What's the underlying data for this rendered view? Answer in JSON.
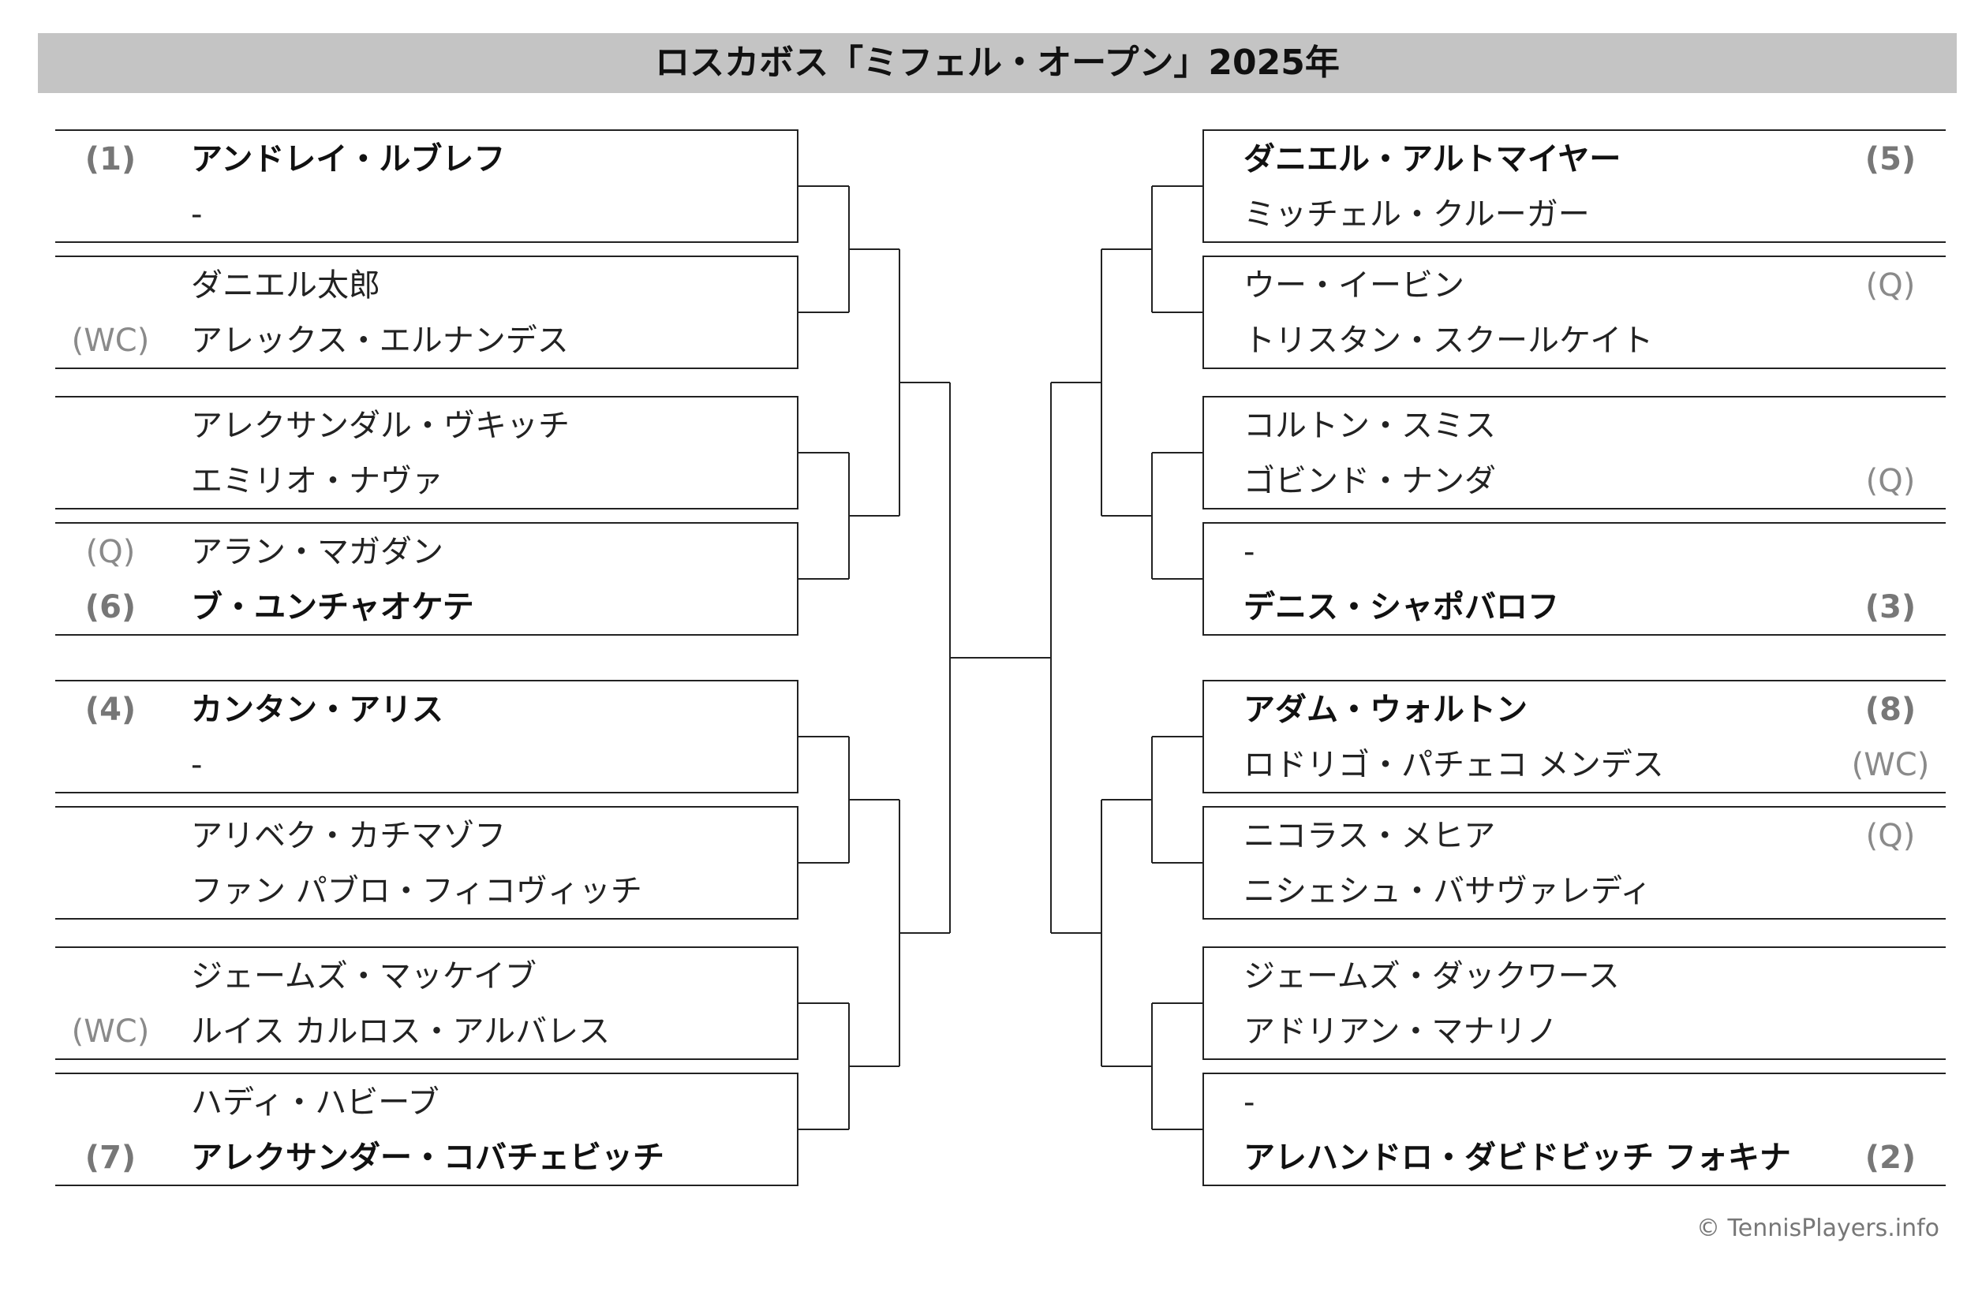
{
  "title": "ロスカボス「ミフェル・オープン」2025年",
  "copyright": "© TennisPlayers.info",
  "left": [
    {
      "top": {
        "seed": "(1)",
        "name": "アンドレイ・ルブレフ",
        "bold": true
      },
      "bot": {
        "seed": "",
        "name": "-",
        "bold": false
      }
    },
    {
      "top": {
        "seed": "",
        "name": "ダニエル太郎",
        "bold": false
      },
      "bot": {
        "seed": "(WC)",
        "name": "アレックス・エルナンデス",
        "bold": false
      }
    },
    {
      "top": {
        "seed": "",
        "name": "アレクサンダル・ヴキッチ",
        "bold": false
      },
      "bot": {
        "seed": "",
        "name": "エミリオ・ナヴァ",
        "bold": false
      }
    },
    {
      "top": {
        "seed": "(Q)",
        "name": "アラン・マガダン",
        "bold": false
      },
      "bot": {
        "seed": "(6)",
        "name": "ブ・ユンチャオケテ",
        "bold": true
      }
    },
    {
      "top": {
        "seed": "(4)",
        "name": "カンタン・アリス",
        "bold": true
      },
      "bot": {
        "seed": "",
        "name": "-",
        "bold": false
      }
    },
    {
      "top": {
        "seed": "",
        "name": "アリベク・カチマゾフ",
        "bold": false
      },
      "bot": {
        "seed": "",
        "name": "ファン パブロ・フィコヴィッチ",
        "bold": false
      }
    },
    {
      "top": {
        "seed": "",
        "name": "ジェームズ・マッケイブ",
        "bold": false
      },
      "bot": {
        "seed": "(WC)",
        "name": "ルイス カルロス・アルバレス",
        "bold": false
      }
    },
    {
      "top": {
        "seed": "",
        "name": "ハディ・ハビーブ",
        "bold": false
      },
      "bot": {
        "seed": "(7)",
        "name": "アレクサンダー・コバチェビッチ",
        "bold": true
      }
    }
  ],
  "right": [
    {
      "top": {
        "seed": "(5)",
        "name": "ダニエル・アルトマイヤー",
        "bold": true
      },
      "bot": {
        "seed": "",
        "name": "ミッチェル・クルーガー",
        "bold": false
      }
    },
    {
      "top": {
        "seed": "(Q)",
        "name": "ウー・イービン",
        "bold": false
      },
      "bot": {
        "seed": "",
        "name": "トリスタン・スクールケイト",
        "bold": false
      }
    },
    {
      "top": {
        "seed": "",
        "name": "コルトン・スミス",
        "bold": false
      },
      "bot": {
        "seed": "(Q)",
        "name": "ゴビンド・ナンダ",
        "bold": false
      }
    },
    {
      "top": {
        "seed": "",
        "name": "-",
        "bold": false
      },
      "bot": {
        "seed": "(3)",
        "name": "デニス・シャポバロフ",
        "bold": true
      }
    },
    {
      "top": {
        "seed": "(8)",
        "name": "アダム・ウォルトン",
        "bold": true
      },
      "bot": {
        "seed": "(WC)",
        "name": "ロドリゴ・パチェコ メンデス",
        "bold": false
      }
    },
    {
      "top": {
        "seed": "(Q)",
        "name": "ニコラス・メヒア",
        "bold": false
      },
      "bot": {
        "seed": "",
        "name": "ニシェシュ・バサヴァレディ",
        "bold": false
      }
    },
    {
      "top": {
        "seed": "",
        "name": "ジェームズ・ダックワース",
        "bold": false
      },
      "bot": {
        "seed": "",
        "name": "アドリアン・マナリノ",
        "bold": false
      }
    },
    {
      "top": {
        "seed": "",
        "name": "-",
        "bold": false
      },
      "bot": {
        "seed": "(2)",
        "name": "アレハンドロ・ダビドビッチ フォキナ",
        "bold": true
      }
    }
  ]
}
